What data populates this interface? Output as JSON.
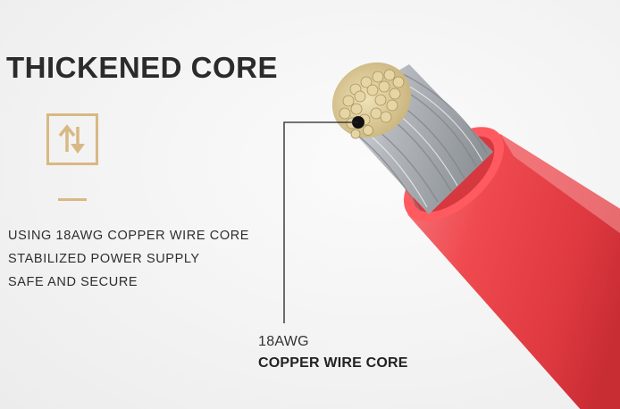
{
  "headline": "THICKENED CORE",
  "features": [
    "USING 18AWG COPPER WIRE CORE",
    "STABILIZED POWER SUPPLY",
    "SAFE AND SECURE"
  ],
  "callout": {
    "gauge": "18AWG",
    "material": "COPPER WIRE CORE"
  },
  "icons": {
    "feature": "swap-arrows-icon"
  },
  "colors": {
    "accent_gold": "#d8b883",
    "insulation_red": "#f0464c",
    "strand_tin": "#d9c89a",
    "strand_silver": "#b9bcc0",
    "headline_text": "#2b2b2b"
  }
}
